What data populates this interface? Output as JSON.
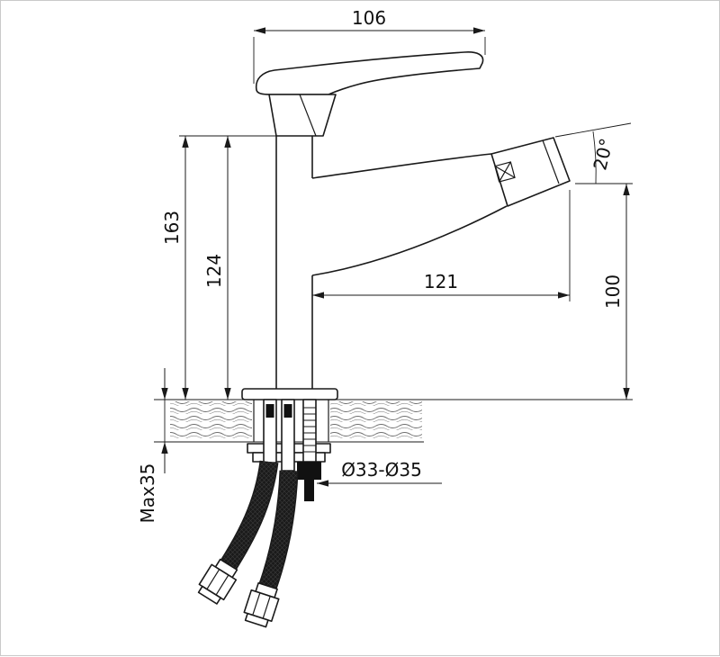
{
  "drawing": {
    "ink_color": "#1a1a1a",
    "dimensions": {
      "top_width": "106",
      "height_total": "163",
      "height_body": "124",
      "spout_reach": "121",
      "outlet_height": "100",
      "spray_angle": "20°",
      "mount_hole": "Ø33-Ø35",
      "counter_thickness": "Max35"
    }
  }
}
